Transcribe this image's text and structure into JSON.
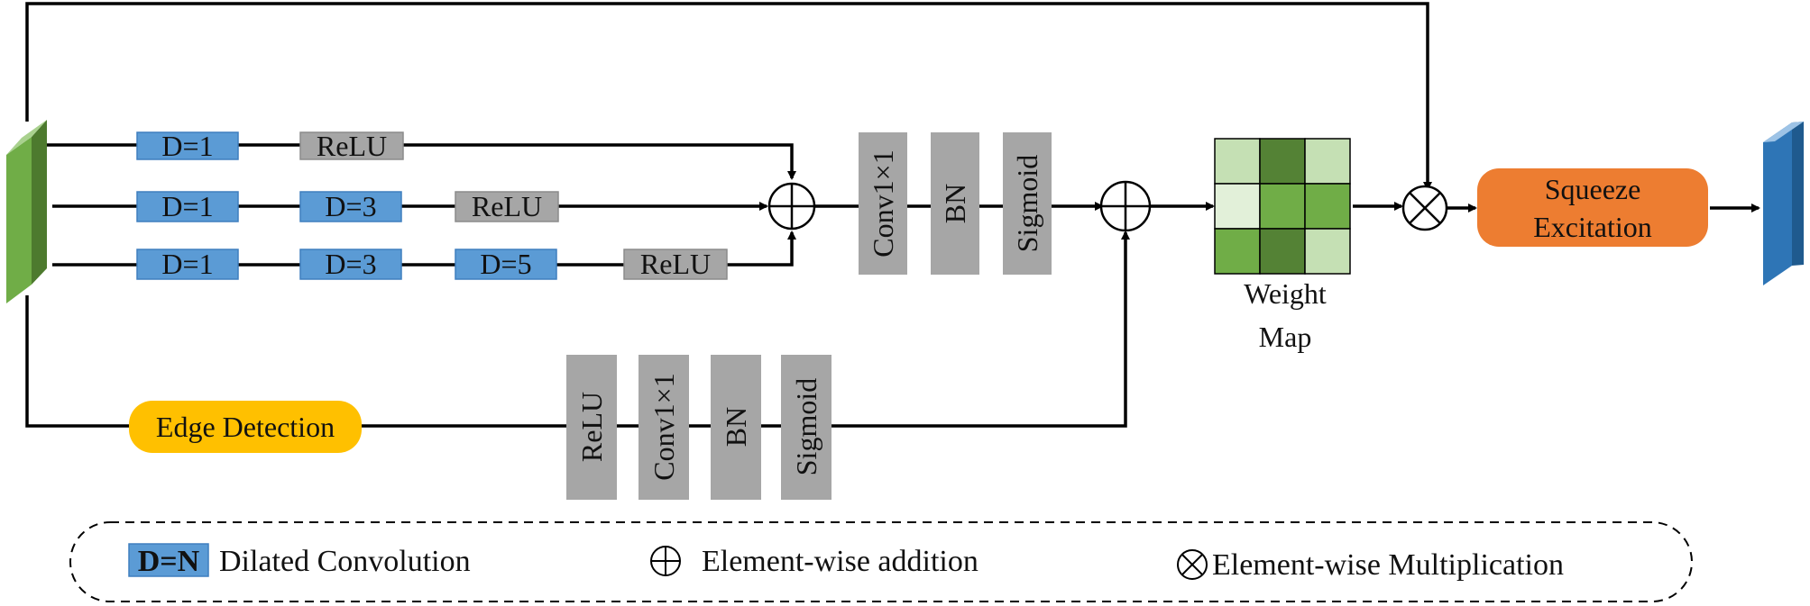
{
  "colors": {
    "dilated": "#5b9bd5",
    "dilated_stroke": "#3f7fbf",
    "gray_block": "#a6a6a6",
    "input_green": "#548235",
    "edge_detection": "#ffc000",
    "squeeze_excitation": "#ed7d31",
    "output_blue": "#2e75b6",
    "line": "#000000",
    "weight_map_cells": [
      "#c5e0b4",
      "#548235",
      "#c5e0b4",
      "#e2f0d9",
      "#70ad47",
      "#70ad47",
      "#70ad47",
      "#548235",
      "#c5e0b4"
    ]
  },
  "branches": {
    "branch1": {
      "d1": "D=1",
      "relu": "ReLU"
    },
    "branch2": {
      "d1": "D=1",
      "d3": "D=3",
      "relu": "ReLU"
    },
    "branch3": {
      "d1": "D=1",
      "d3": "D=3",
      "d5": "D=5",
      "relu": "ReLU"
    }
  },
  "main_stack": {
    "conv": "Conv1×1",
    "bn": "BN",
    "sigmoid": "Sigmoid"
  },
  "edge_branch": {
    "edge_detection": "Edge Detection",
    "relu": "ReLU",
    "conv": "Conv1×1",
    "bn": "BN",
    "sigmoid": "Sigmoid"
  },
  "weight_map": {
    "line1": "Weight",
    "line2": "Map"
  },
  "squeeze_excitation": {
    "line1": "Squeeze",
    "line2": "Excitation"
  },
  "legend": {
    "dilated_symbol": "D=N",
    "dilated_text": "Dilated Convolution",
    "addition_text": "Element-wise addition",
    "multiplication_text": "Element-wise Multiplication"
  }
}
